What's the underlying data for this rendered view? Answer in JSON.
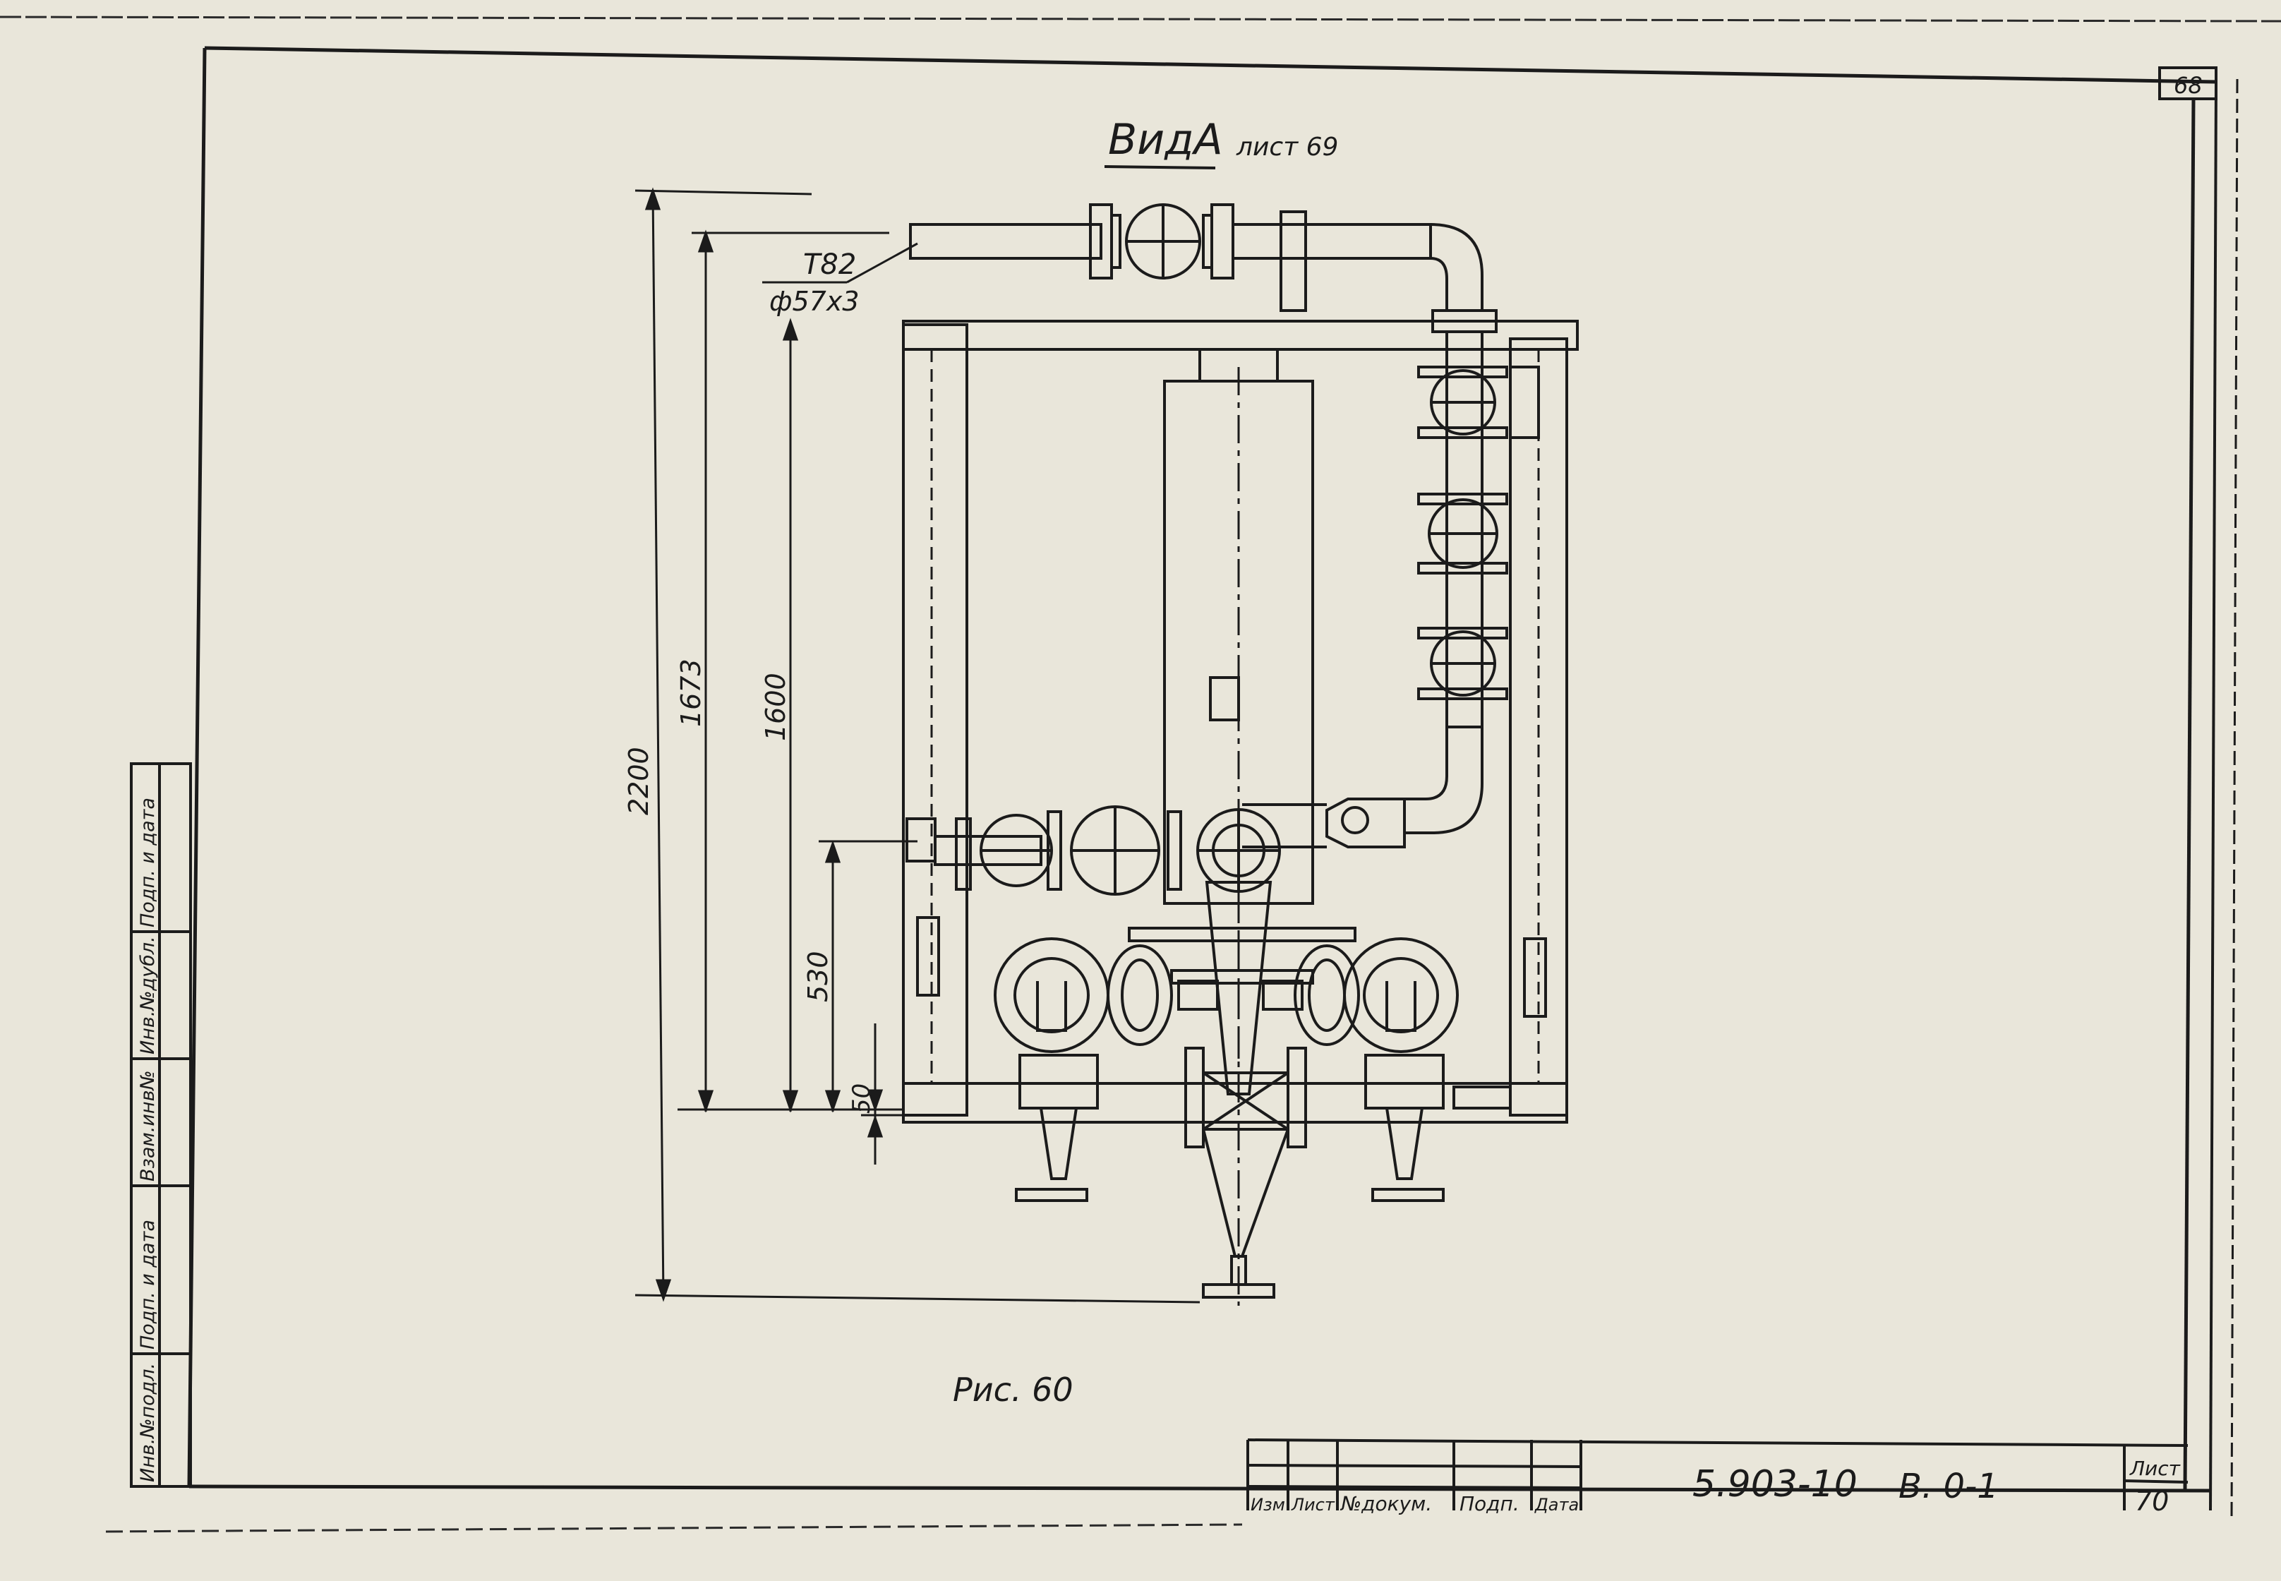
{
  "sheet": {
    "corner_number": "68",
    "view_title": "ВидА",
    "view_sheet_ref": "лист 69",
    "figure_caption": "Рис. 60",
    "page_label": "Лист",
    "page_number": "70"
  },
  "callouts": {
    "pipe_label": "Т82",
    "pipe_size": "ф57х3"
  },
  "dimensions": {
    "overall_height": "2200",
    "height_1673": "1673",
    "height_1600": "1600",
    "height_530": "530",
    "height_50": "50"
  },
  "side_stamp": {
    "cells": [
      "Инв.№подл.",
      "Подп. и дата",
      "Взам.инв№",
      "Инв.№дубл.",
      "Подп. и дата"
    ]
  },
  "title_block": {
    "headers": [
      "Изм",
      "Лист",
      "№докум.",
      "Подп.",
      "Дата"
    ],
    "designation": "5.903-10",
    "sheet_code": "В. 0-1"
  },
  "colors": {
    "paper": "#e9e6da",
    "ink": "#1b1b1b"
  }
}
